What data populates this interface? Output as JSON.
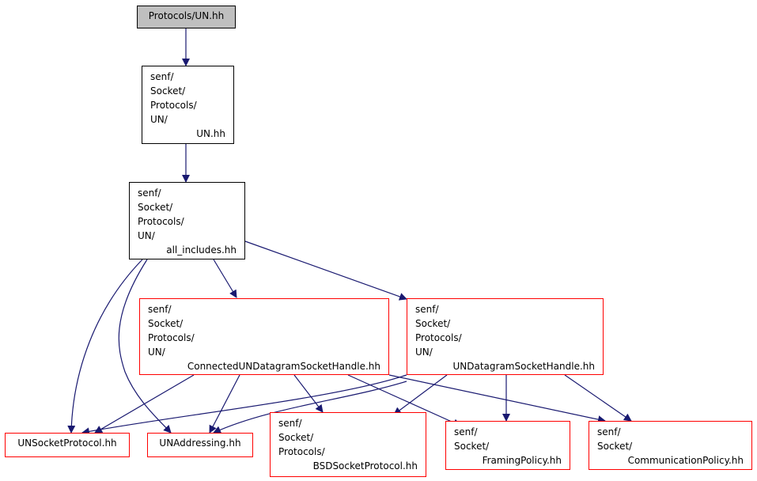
{
  "colors": {
    "edge": "#191970",
    "node_border": "#000000",
    "missing_border": "#ff0000",
    "root_fill": "#bfbfbf"
  },
  "nodes": {
    "root": {
      "label": "Protocols/UN.hh"
    },
    "un_hh": {
      "lines": [
        "senf/",
        "Socket/",
        "Protocols/",
        "UN/"
      ],
      "file": "UN.hh"
    },
    "all_includes": {
      "lines": [
        "senf/",
        "Socket/",
        "Protocols/",
        "UN/"
      ],
      "file": "all_includes.hh"
    },
    "connected": {
      "lines": [
        "senf/",
        "Socket/",
        "Protocols/",
        "UN/"
      ],
      "file": "ConnectedUNDatagramSocketHandle.hh"
    },
    "datagram": {
      "lines": [
        "senf/",
        "Socket/",
        "Protocols/",
        "UN/"
      ],
      "file": "UNDatagramSocketHandle.hh"
    },
    "unsocketprotocol": {
      "label": "UNSocketProtocol.hh"
    },
    "unaddressing": {
      "label": "UNAddressing.hh"
    },
    "bsd": {
      "lines": [
        "senf/",
        "Socket/",
        "Protocols/"
      ],
      "file": "BSDSocketProtocol.hh"
    },
    "framing": {
      "lines": [
        "senf/",
        "Socket/"
      ],
      "file": "FramingPolicy.hh"
    },
    "communication": {
      "lines": [
        "senf/",
        "Socket/"
      ],
      "file": "CommunicationPolicy.hh"
    }
  }
}
